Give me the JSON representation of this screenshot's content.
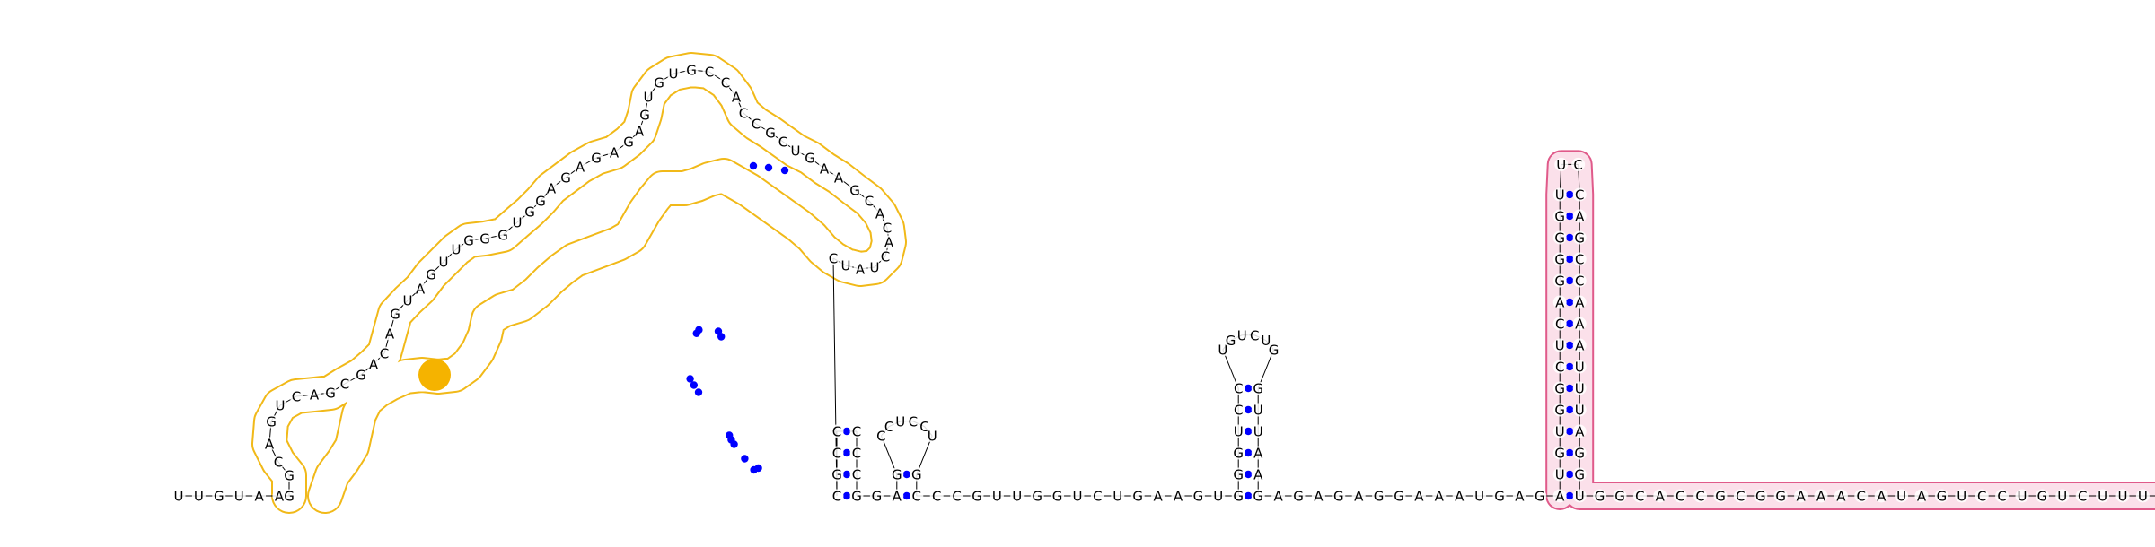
{
  "rna": {
    "sequence": "UUGUAAGGCAGUCAGCGACAGUAGUUGGGUGGAGAGAGAGUGUGCCACCGCUGAAGCACACUAUCCGCCCCCGGAGCCUCCUGCCCGUUGGUCUGAAGUGGGUCCUGUCUGGUUAAGAGAGAGGAAAUGAGAUGUGGCUCAGGGGUUCCAGCCAAAUUUAGGUGGCACCGCGGAAACAUAGUCCUGUCUUUUGCGCGAGGGCUCGCGCGCGGCGGGAGGACUAAUUUUUU",
    "backbone_unpaired_label": "·",
    "colors": {
      "pair_dot": "#0000ff",
      "highlight_orange_fill": "#f5b300",
      "outline_orange": "#f0b100",
      "outline_pink": "#e05a8a",
      "fill_pink": "#fbe0ea",
      "text": "#000000"
    },
    "structural_modules": [
      {
        "name": "multi-loop hairpin domain",
        "outline": "orange"
      },
      {
        "name": "terminal hairpin",
        "outline": "pink"
      }
    ]
  }
}
